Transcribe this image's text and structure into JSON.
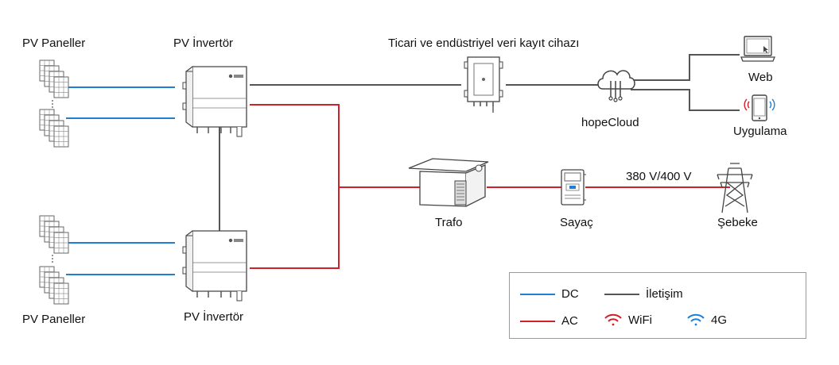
{
  "labels": {
    "pv_panels_top": "PV Paneller",
    "pv_panels_bottom": "PV Paneller",
    "inverter_top": "PV İnvertör",
    "inverter_bottom": "PV İnvertör",
    "datalogger": "Ticari ve endüstriyel veri kayıt cihazı",
    "cloud": "hopeCloud",
    "web": "Web",
    "app": "Uygulama",
    "transformer": "Trafo",
    "meter": "Sayaç",
    "grid": "Şebeke",
    "voltage": "380 V/400 V"
  },
  "legend": {
    "dc": "DC",
    "ac": "AC",
    "comm": "İletişim",
    "wifi": "WiFi",
    "g4": "4G"
  },
  "colors": {
    "dc": "#1e7fd6",
    "ac": "#d0202a",
    "comm": "#555555",
    "wifi": "#d0202a",
    "g4": "#1e7fd6"
  },
  "icons": {
    "panels": "solar-panel-icon",
    "inverter": "inverter-icon",
    "datalogger": "datalogger-icon",
    "cloud": "cloud-icon",
    "laptop": "laptop-icon",
    "phone": "smartphone-icon",
    "transformer": "transformer-icon",
    "meter": "meter-icon",
    "tower": "transmission-tower-icon"
  }
}
